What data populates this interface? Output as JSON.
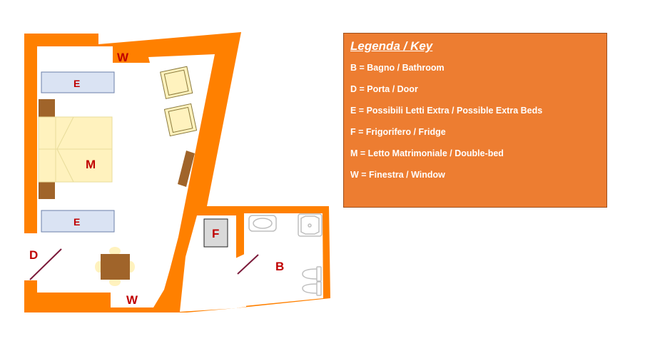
{
  "plan": {
    "colors": {
      "wall": "#FF8000",
      "floor": "#FFFFFF",
      "extra_bed": "#DAE3F3",
      "bed": "#FFF2BE",
      "wood": "#A0642A",
      "label": "#C00000",
      "door_line": "#7B1A3A",
      "fridge": "#D9D9D9"
    },
    "labels": {
      "window_top": "W",
      "extra_bed_top": "E",
      "double_bed": "M",
      "extra_bed_bottom": "E",
      "fridge": "F",
      "door": "D",
      "bathroom": "B",
      "window_bottom": "W"
    }
  },
  "legend": {
    "title": "Legenda / Key",
    "items": [
      "B = Bagno / Bathroom",
      "D = Porta / Door",
      "E = Possibili Letti Extra / Possible Extra Beds",
      "F = Frigorifero / Fridge",
      "M = Letto Matrimoniale / Double-bed",
      "W = Finestra / Window"
    ]
  }
}
